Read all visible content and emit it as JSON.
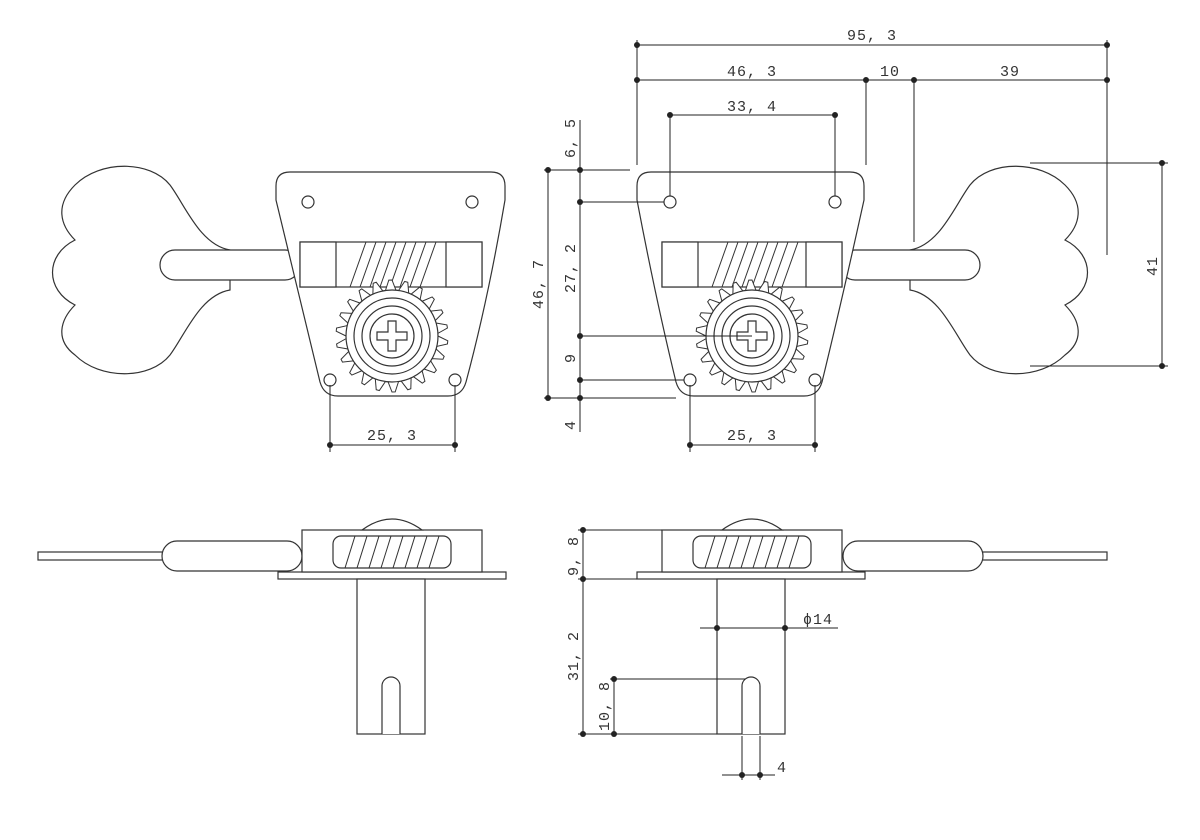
{
  "diagram": {
    "labels": {
      "total_width": "95, 3",
      "plate_to_post": "46, 3",
      "post_gap": "10",
      "post_to_key": "39",
      "hole_spacing_top": "33, 4",
      "top_offset": "6, 5",
      "plate_height": "46, 7",
      "hole_to_gear": "27, 2",
      "gear_to_hole": "9",
      "bottom_offset": "4",
      "key_height": "41",
      "hole_spacing_bottom_left": "25, 3",
      "hole_spacing_bottom_right": "25, 3",
      "gear_height": "9, 8",
      "post_length": "31, 2",
      "post_diameter": "ϕ14",
      "slot_height": "10, 8",
      "slot_width": "4"
    }
  }
}
